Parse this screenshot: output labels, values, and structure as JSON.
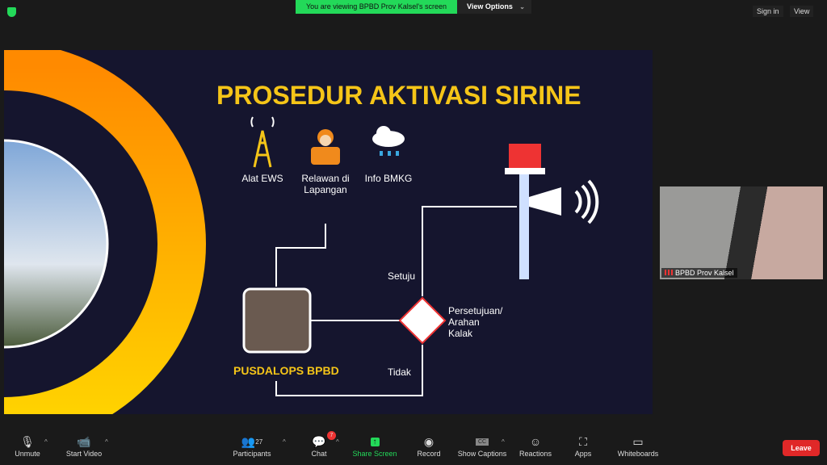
{
  "topbar": {
    "banner": "You are viewing BPBD Prov Kalsel's screen",
    "view_options": "View Options",
    "sign_in": "Sign in",
    "view": "View"
  },
  "slide": {
    "title": "PROSEDUR AKTIVASI SIRINE",
    "sources": [
      "Alat EWS",
      "Relawan di Lapangan",
      "Info BMKG"
    ],
    "pusdalops": "PUSDALOPS BPBD",
    "decision": "Persetujuan/ Arahan Kalak",
    "yes": "Setuju",
    "no": "Tidak",
    "colors": {
      "title": "#f5c518",
      "background": "#15152e"
    }
  },
  "video": {
    "name": "BPBD Prov Kalsel"
  },
  "toolbar": {
    "unmute": "Unmute",
    "start_video": "Start Video",
    "participants": "Participants",
    "participants_count": "27",
    "chat": "Chat",
    "chat_badge": "7",
    "share": "Share Screen",
    "record": "Record",
    "captions": "Show Captions",
    "reactions": "Reactions",
    "apps": "Apps",
    "whiteboards": "Whiteboards",
    "leave": "Leave"
  }
}
